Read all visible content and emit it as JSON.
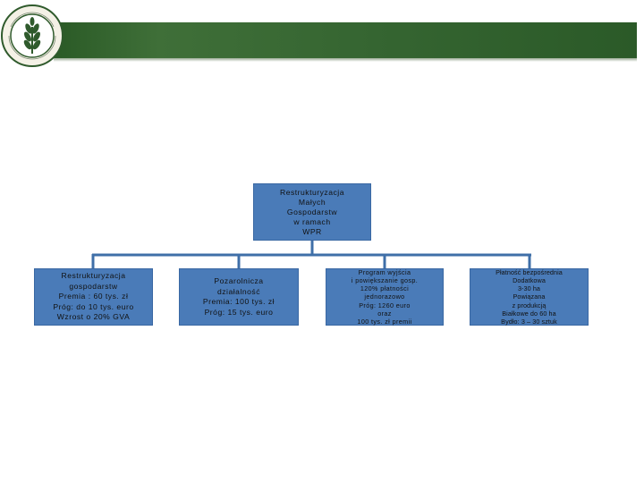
{
  "org_chart": {
    "root": "Restrukturyzacja\nMałych\nGospodarstw\nw ramach\nWPR",
    "children": [
      "Restrukturyzacja\ngospodarstw\nPremia : 60 tys. zł\nPróg: do 10 tys. euro\nWzrost o 20% GVA",
      "Pozarolnicza\ndziałalność\nPremia: 100 tys. zł\nPróg: 15 tys. euro",
      "Program wyjścia\ni powiększanie gosp.\n120% płatności\njednorazowo\nPróg: 1260 euro\noraz\n100 tys. zł premii",
      "Płatność bezpośrednia\nDodatkowa\n3-30 ha\nPowiązana\nz produkcją\nBiałkowe do 60 ha\nBydło: 3 – 30 sztuk"
    ]
  },
  "colors": {
    "header_green": "#356531",
    "box_blue": "#4a7bb8",
    "connector_blue": "#3f6fa8"
  },
  "logo_icon": "wheat-emblem-icon"
}
